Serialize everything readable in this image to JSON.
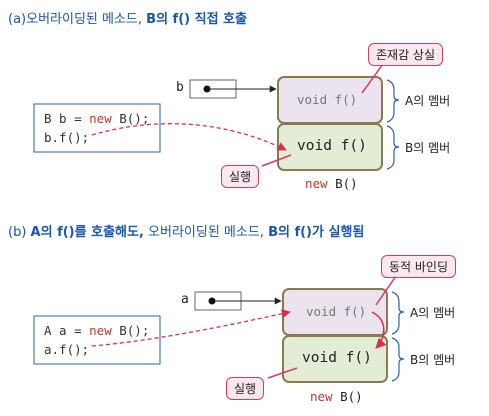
{
  "section_a": {
    "caption_prefix": "(a)오버라이딩된 메소드, ",
    "caption_bold": "B의 f() 직접 호출",
    "var_label": "b",
    "code_line1_pre": "B b = ",
    "code_line1_kw": "new",
    "code_line1_post": " B();",
    "code_line2": "b.f();",
    "upper_method": "void f()",
    "lower_method": "void f()",
    "object_label_kw": "new",
    "object_label_post": " B()",
    "member_a": "A의 멤버",
    "member_b": "B의 멤버",
    "callout_top": "존재감 상실",
    "callout_bottom": "실행"
  },
  "section_b": {
    "caption_prefix": "(b) ",
    "caption_bold1": "A의 f()를 호출해도,",
    "caption_mid": " 오버라이딩된 메소드, ",
    "caption_bold2": "B의 f()가 실행됨",
    "var_label": "a",
    "code_line1_pre": "A a = ",
    "code_line1_kw": "new",
    "code_line1_post": " B();",
    "code_line2": "a.f();",
    "upper_method": "void f()",
    "lower_method": "void f()",
    "object_label_kw": "new",
    "object_label_post": " B()",
    "member_a": "A의 멤버",
    "member_b": "B의 멤버",
    "callout_top": "동적 바인딩",
    "callout_bottom": "실행"
  },
  "colors": {
    "caption_blue": "#1a56b0",
    "upper_fill": "#ebe3ee",
    "lower_fill": "#e3edd6",
    "box_border": "#8a7a4f",
    "arrow_red": "#d9304a",
    "callout_fill": "#fbe7ee",
    "callout_border": "#d63b66"
  }
}
